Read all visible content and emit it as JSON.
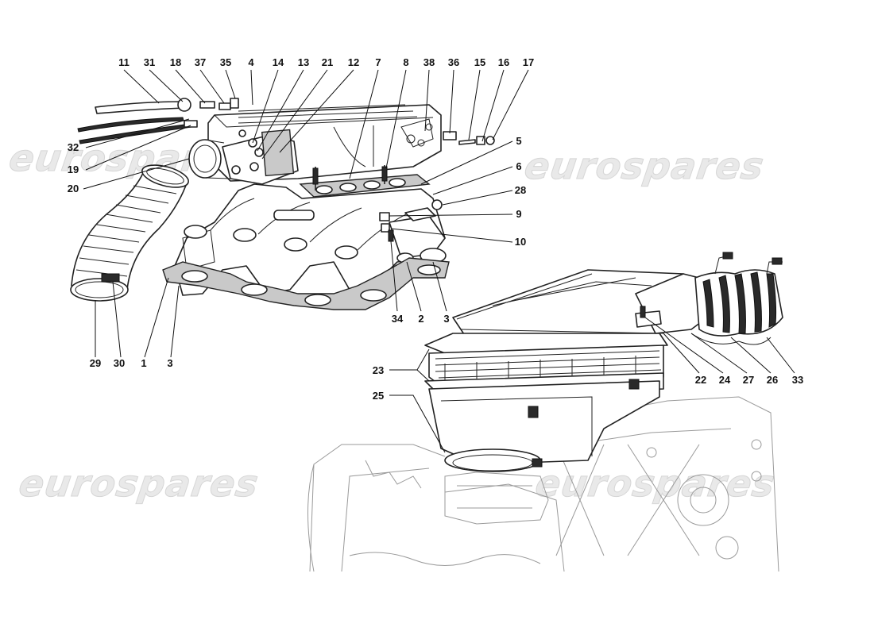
{
  "watermark": "eurospares",
  "callouts": [
    "11",
    "31",
    "18",
    "37",
    "35",
    "4",
    "14",
    "13",
    "21",
    "12",
    "7",
    "8",
    "38",
    "36",
    "15",
    "16",
    "17",
    "5",
    "6",
    "28",
    "9",
    "10",
    "32",
    "19",
    "20",
    "29",
    "30",
    "1",
    "3",
    "34",
    "2",
    "23",
    "25",
    "22",
    "24",
    "27",
    "26",
    "33"
  ],
  "colors": {
    "ink": "#111111",
    "watermark": "#e9e9e9",
    "gasket": "#c9c9c9"
  }
}
